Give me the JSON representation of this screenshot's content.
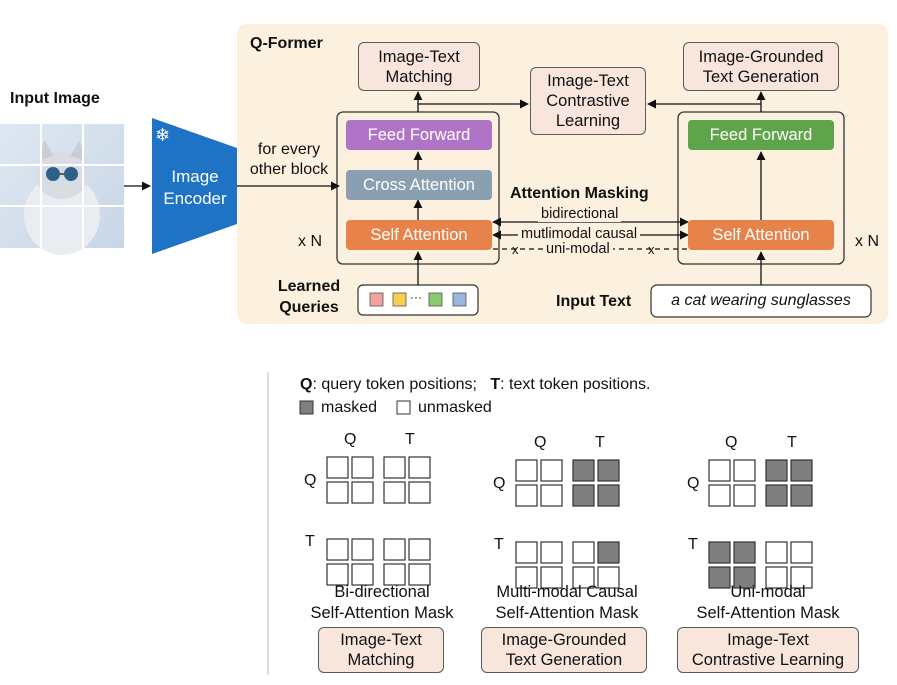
{
  "diagram": {
    "input_image_label": "Input Image",
    "encoder_label": "Image\nEncoder",
    "snowflake_icon": "❄",
    "qformer_title": "Q-Former",
    "every_other_block": "for every\nother block",
    "itm_label": "Image-Text\nMatching",
    "itc_label": "Image-Text\nContrastive\nLearning",
    "itg_label": "Image-Grounded\nText Generation",
    "left_feed_forward": "Feed Forward",
    "cross_attention": "Cross Attention",
    "left_self_attention": "Self Attention",
    "right_feed_forward": "Feed Forward",
    "right_self_attention": "Self Attention",
    "left_xn": "x N",
    "right_xn": "x N",
    "attention_masking_title": "Attention Masking",
    "mask_bidirectional": "bidirectional",
    "mask_multimodal": "mutlimodal causal",
    "mask_unimodal": "uni-modal",
    "learned_queries_label": "Learned\nQueries",
    "query_dots": "···",
    "input_text_label": "Input Text",
    "input_text_value": "a cat wearing sunglasses",
    "colors": {
      "panel_bg": "#fbf1de",
      "encoder": "#1f73c4",
      "feed_forward_left": "#b074c6",
      "cross_attention": "#8aa0b0",
      "self_attention": "#e6824a",
      "feed_forward_right": "#5fa34a",
      "box_peach": "#f8e6dc",
      "masked": "#7f7f7f",
      "query_tokens": [
        "#f4a29c",
        "#f6cf4f",
        "#8cc96f",
        "#9ab6de"
      ]
    }
  },
  "legend": {
    "q_key": "Q",
    "q_desc": ": query token positions;",
    "t_key": "T",
    "t_desc": ": text token positions.",
    "masked": "masked",
    "unmasked": "unmasked"
  },
  "masks": [
    {
      "col_q": "Q",
      "col_t": "T",
      "row_q": "Q",
      "row_t": "T",
      "title": "Bi-directional\nSelf-Attention Mask",
      "objective": "Image-Text\nMatching",
      "grid": [
        [
          0,
          0,
          0,
          0
        ],
        [
          0,
          0,
          0,
          0
        ],
        [
          0,
          0,
          0,
          0
        ],
        [
          0,
          0,
          0,
          0
        ]
      ]
    },
    {
      "col_q": "Q",
      "col_t": "T",
      "row_q": "Q",
      "row_t": "T",
      "title": "Multi-modal Causal\nSelf-Attention Mask",
      "objective": "Image-Grounded\nText Generation",
      "grid": [
        [
          0,
          0,
          1,
          1
        ],
        [
          0,
          0,
          1,
          1
        ],
        [
          0,
          0,
          0,
          1
        ],
        [
          0,
          0,
          0,
          0
        ]
      ]
    },
    {
      "col_q": "Q",
      "col_t": "T",
      "row_q": "Q",
      "row_t": "T",
      "title": "Uni-modal\nSelf-Attention Mask",
      "objective": "Image-Text\nContrastive Learning",
      "grid": [
        [
          0,
          0,
          1,
          1
        ],
        [
          0,
          0,
          1,
          1
        ],
        [
          1,
          1,
          0,
          0
        ],
        [
          1,
          1,
          0,
          0
        ]
      ]
    }
  ]
}
